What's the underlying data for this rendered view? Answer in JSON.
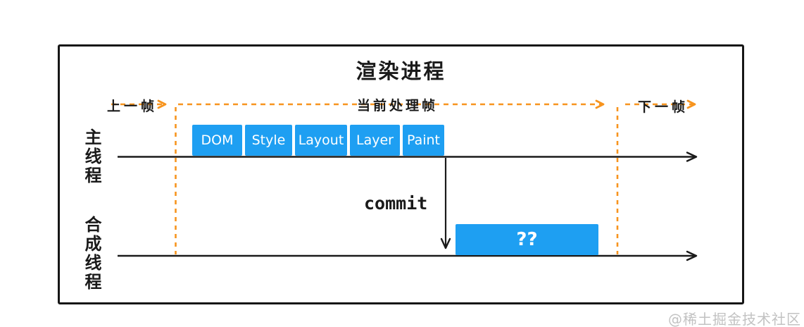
{
  "diagram": {
    "title": "渲染进程",
    "frame_labels": {
      "previous": "上一帧",
      "current": "当前处理帧",
      "next": "下一帧"
    },
    "threads": {
      "main_label": "主线程",
      "compositor_label": "合成线程"
    },
    "stages": [
      "DOM",
      "Style",
      "Layout",
      "Layer",
      "Paint"
    ],
    "commit_label": "commit",
    "compositor_task_label": "??",
    "colors": {
      "stage_box_blue": "#1e9ff2",
      "frame_marker_orange": "#f7941e",
      "line_black": "#1a1a1a"
    }
  },
  "watermark": "@稀土掘金技术社区"
}
